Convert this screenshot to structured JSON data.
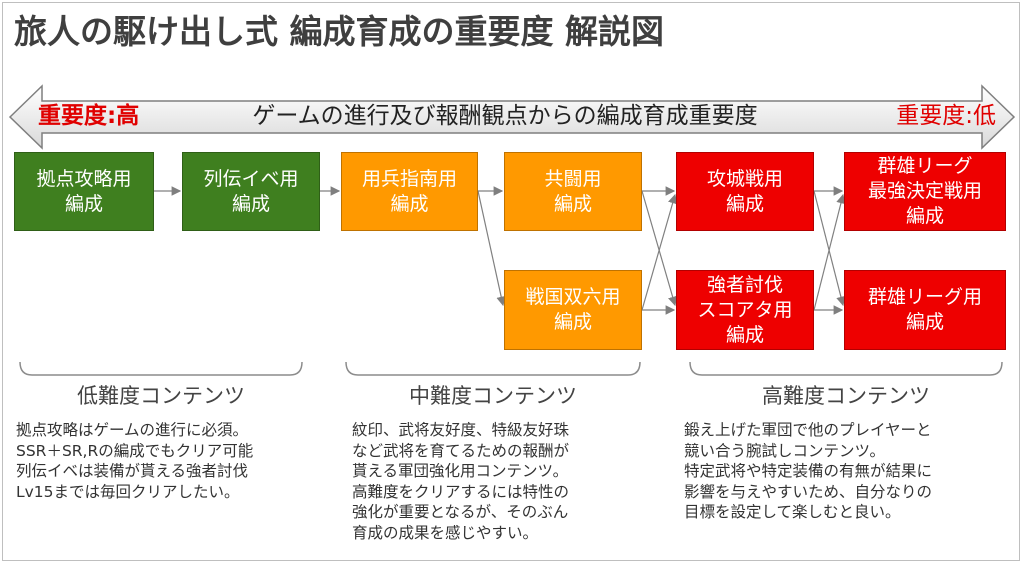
{
  "title": "旅人の駆け出し式 編成育成の重要度 解説図",
  "arrow": {
    "center_label": "ゲームの進行及び報酬観点からの編成育成重要度",
    "left_label": "重要度:高",
    "right_label": "重要度:低"
  },
  "boxes": {
    "base_attack": "拠点攻略用\n編成",
    "retsuden": "列伝イベ用\n編成",
    "yohei": "用兵指南用\n編成",
    "kyoto": "共闘用\n編成",
    "sugoroku": "戦国双六用\n編成",
    "kojo": "攻城戦用\n編成",
    "gunyu_kessen": "群雄リーグ\n最強決定戦用\n編成",
    "kyosha": "強者討伐\nスコアタ用\n編成",
    "gunyu_league": "群雄リーグ用\n編成"
  },
  "groups": {
    "low": {
      "label": "低難度コンテンツ",
      "desc": "拠点攻略はゲームの進行に必須。\nSSR＋SR,Rの編成でもクリア可能\n列伝イベは装備が貰える強者討伐\nLv15までは毎回クリアしたい。"
    },
    "mid": {
      "label": "中難度コンテンツ",
      "desc": "紋印、武将友好度、特級友好珠\nなど武将を育てるための報酬が\n貰える軍団強化用コンテンツ。\n高難度をクリアするには特性の\n強化が重要となるが、そのぶん\n育成の成果を感じやすい。"
    },
    "high": {
      "label": "高難度コンテンツ",
      "desc": "鍛え上げた軍団で他のプレイヤーと\n競い合う腕試しコンテンツ。\n特定武将や特定装備の有無が結果に\n影響を与えやすいため、自分なりの\n目標を設定して楽しむと良い。"
    }
  },
  "colors": {
    "low": "#3f7f1f",
    "mid": "#ff9900",
    "high": "#ee0000",
    "priority_text": "#e00000"
  }
}
